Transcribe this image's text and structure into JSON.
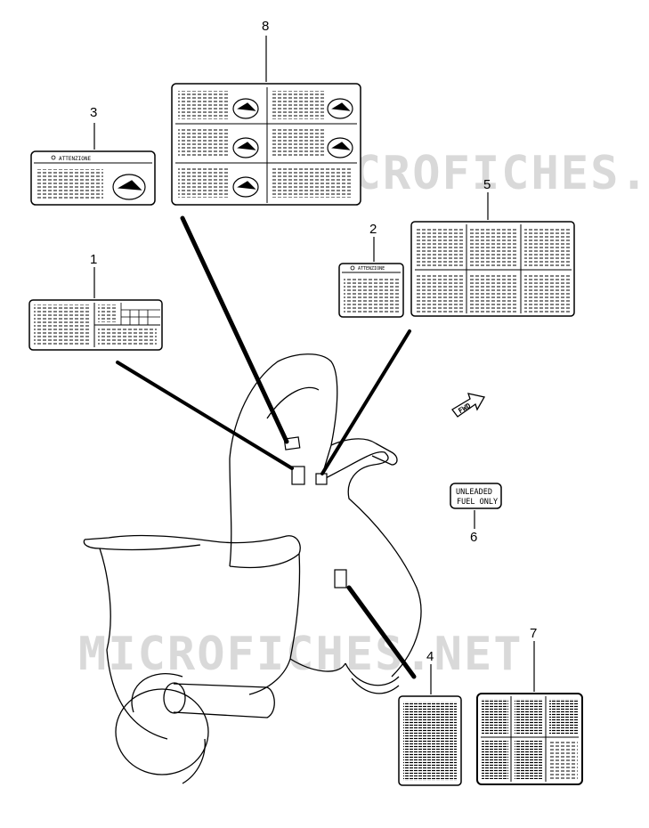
{
  "watermark": "MICROFICHES.NET",
  "callouts": [
    "1",
    "2",
    "3",
    "4",
    "5",
    "6",
    "7",
    "8"
  ],
  "label_texts": {
    "attenzione": "ATTENZIONE",
    "unleaded_line1": "UNLEADED",
    "unleaded_line2": "FUEL ONLY",
    "fwd": "FWD"
  }
}
